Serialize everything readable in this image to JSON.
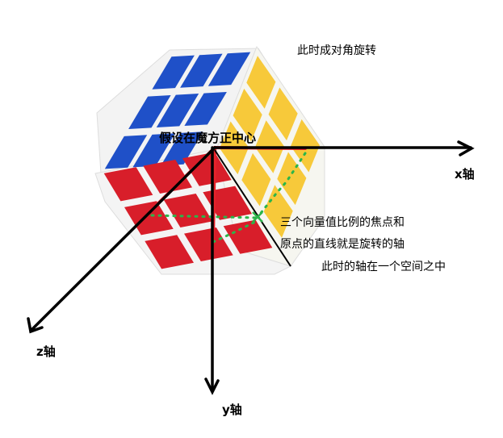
{
  "annotations": {
    "rotate_note": "此时成对角旋转",
    "center_label": "假设在魔方正中心",
    "intersection_line1": "三个向量值比例的焦点和",
    "intersection_line2": "原点的直线就是旋转的轴",
    "axis_space_note": "此时的轴在一个空间之中"
  },
  "axes": {
    "x": "x轴",
    "y": "y轴",
    "z": "z轴"
  },
  "colors": {
    "axis": "#000000",
    "highlight": "#e8232b",
    "dotted_path": "#2bb54a",
    "cube_blue": "#1f50c8",
    "cube_red": "#d81e2a",
    "cube_yellow": "#f7c93a",
    "cube_body": "#f2f2f2"
  }
}
